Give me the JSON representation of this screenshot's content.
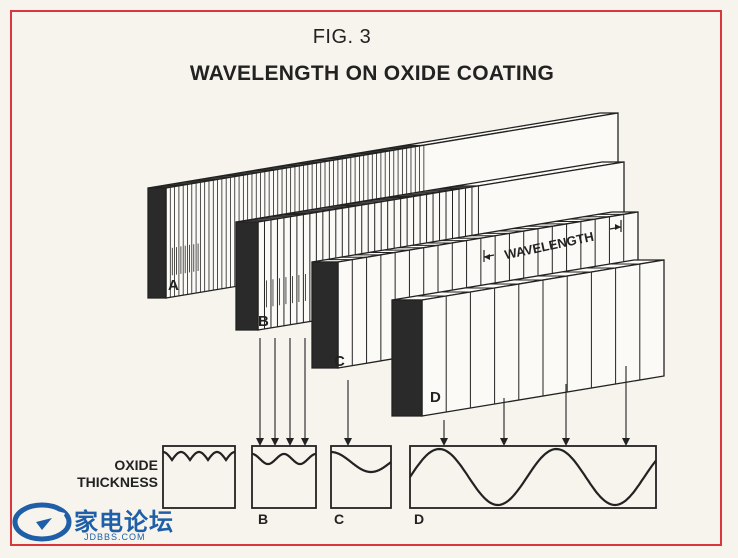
{
  "figure": {
    "number_label": "FIG. 3",
    "title": "WAVELENGTH ON OXIDE COATING"
  },
  "blocks": [
    {
      "id": "A",
      "label": "A"
    },
    {
      "id": "B",
      "label": "B"
    },
    {
      "id": "C",
      "label": "C"
    },
    {
      "id": "D",
      "label": "D"
    }
  ],
  "wavelength_label": "WAVELENGTH",
  "oxide_thickness_label_line1": "OXIDE",
  "oxide_thickness_label_line2": "THICKNESS",
  "plots": [
    {
      "id": "A",
      "label": "",
      "wave": "fine"
    },
    {
      "id": "B",
      "label": "B",
      "wave": "medium"
    },
    {
      "id": "C",
      "label": "C",
      "wave": "coarse"
    },
    {
      "id": "D",
      "label": "D",
      "wave": "long"
    }
  ],
  "watermark": {
    "text": "家电论坛",
    "sub": "JDBBS.COM",
    "color": "#1f5fa8"
  },
  "colors": {
    "frame": "#d9363e",
    "ink": "#222222",
    "paper": "#f7f4ee"
  }
}
